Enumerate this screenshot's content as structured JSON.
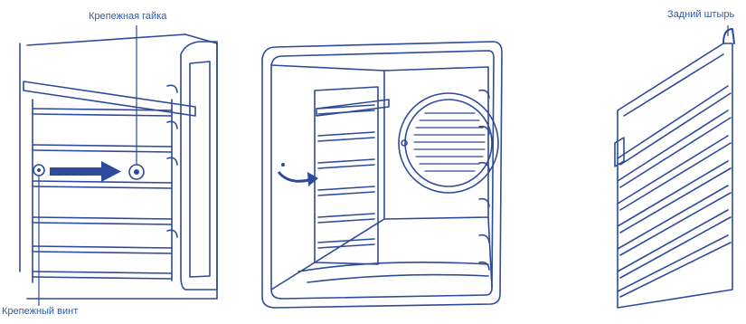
{
  "labels": {
    "fixing_nut": "Крепежная гайка",
    "fixing_screw": "Крепежный винт",
    "rear_pin": "Задний штырь"
  },
  "colors": {
    "line": "#2e4a9a",
    "label": "#2e5aa8",
    "background": "#ffffff"
  },
  "panels": [
    {
      "name": "rack-unscrew-view"
    },
    {
      "name": "rack-rotate-view"
    },
    {
      "name": "rack-detached-view"
    }
  ]
}
